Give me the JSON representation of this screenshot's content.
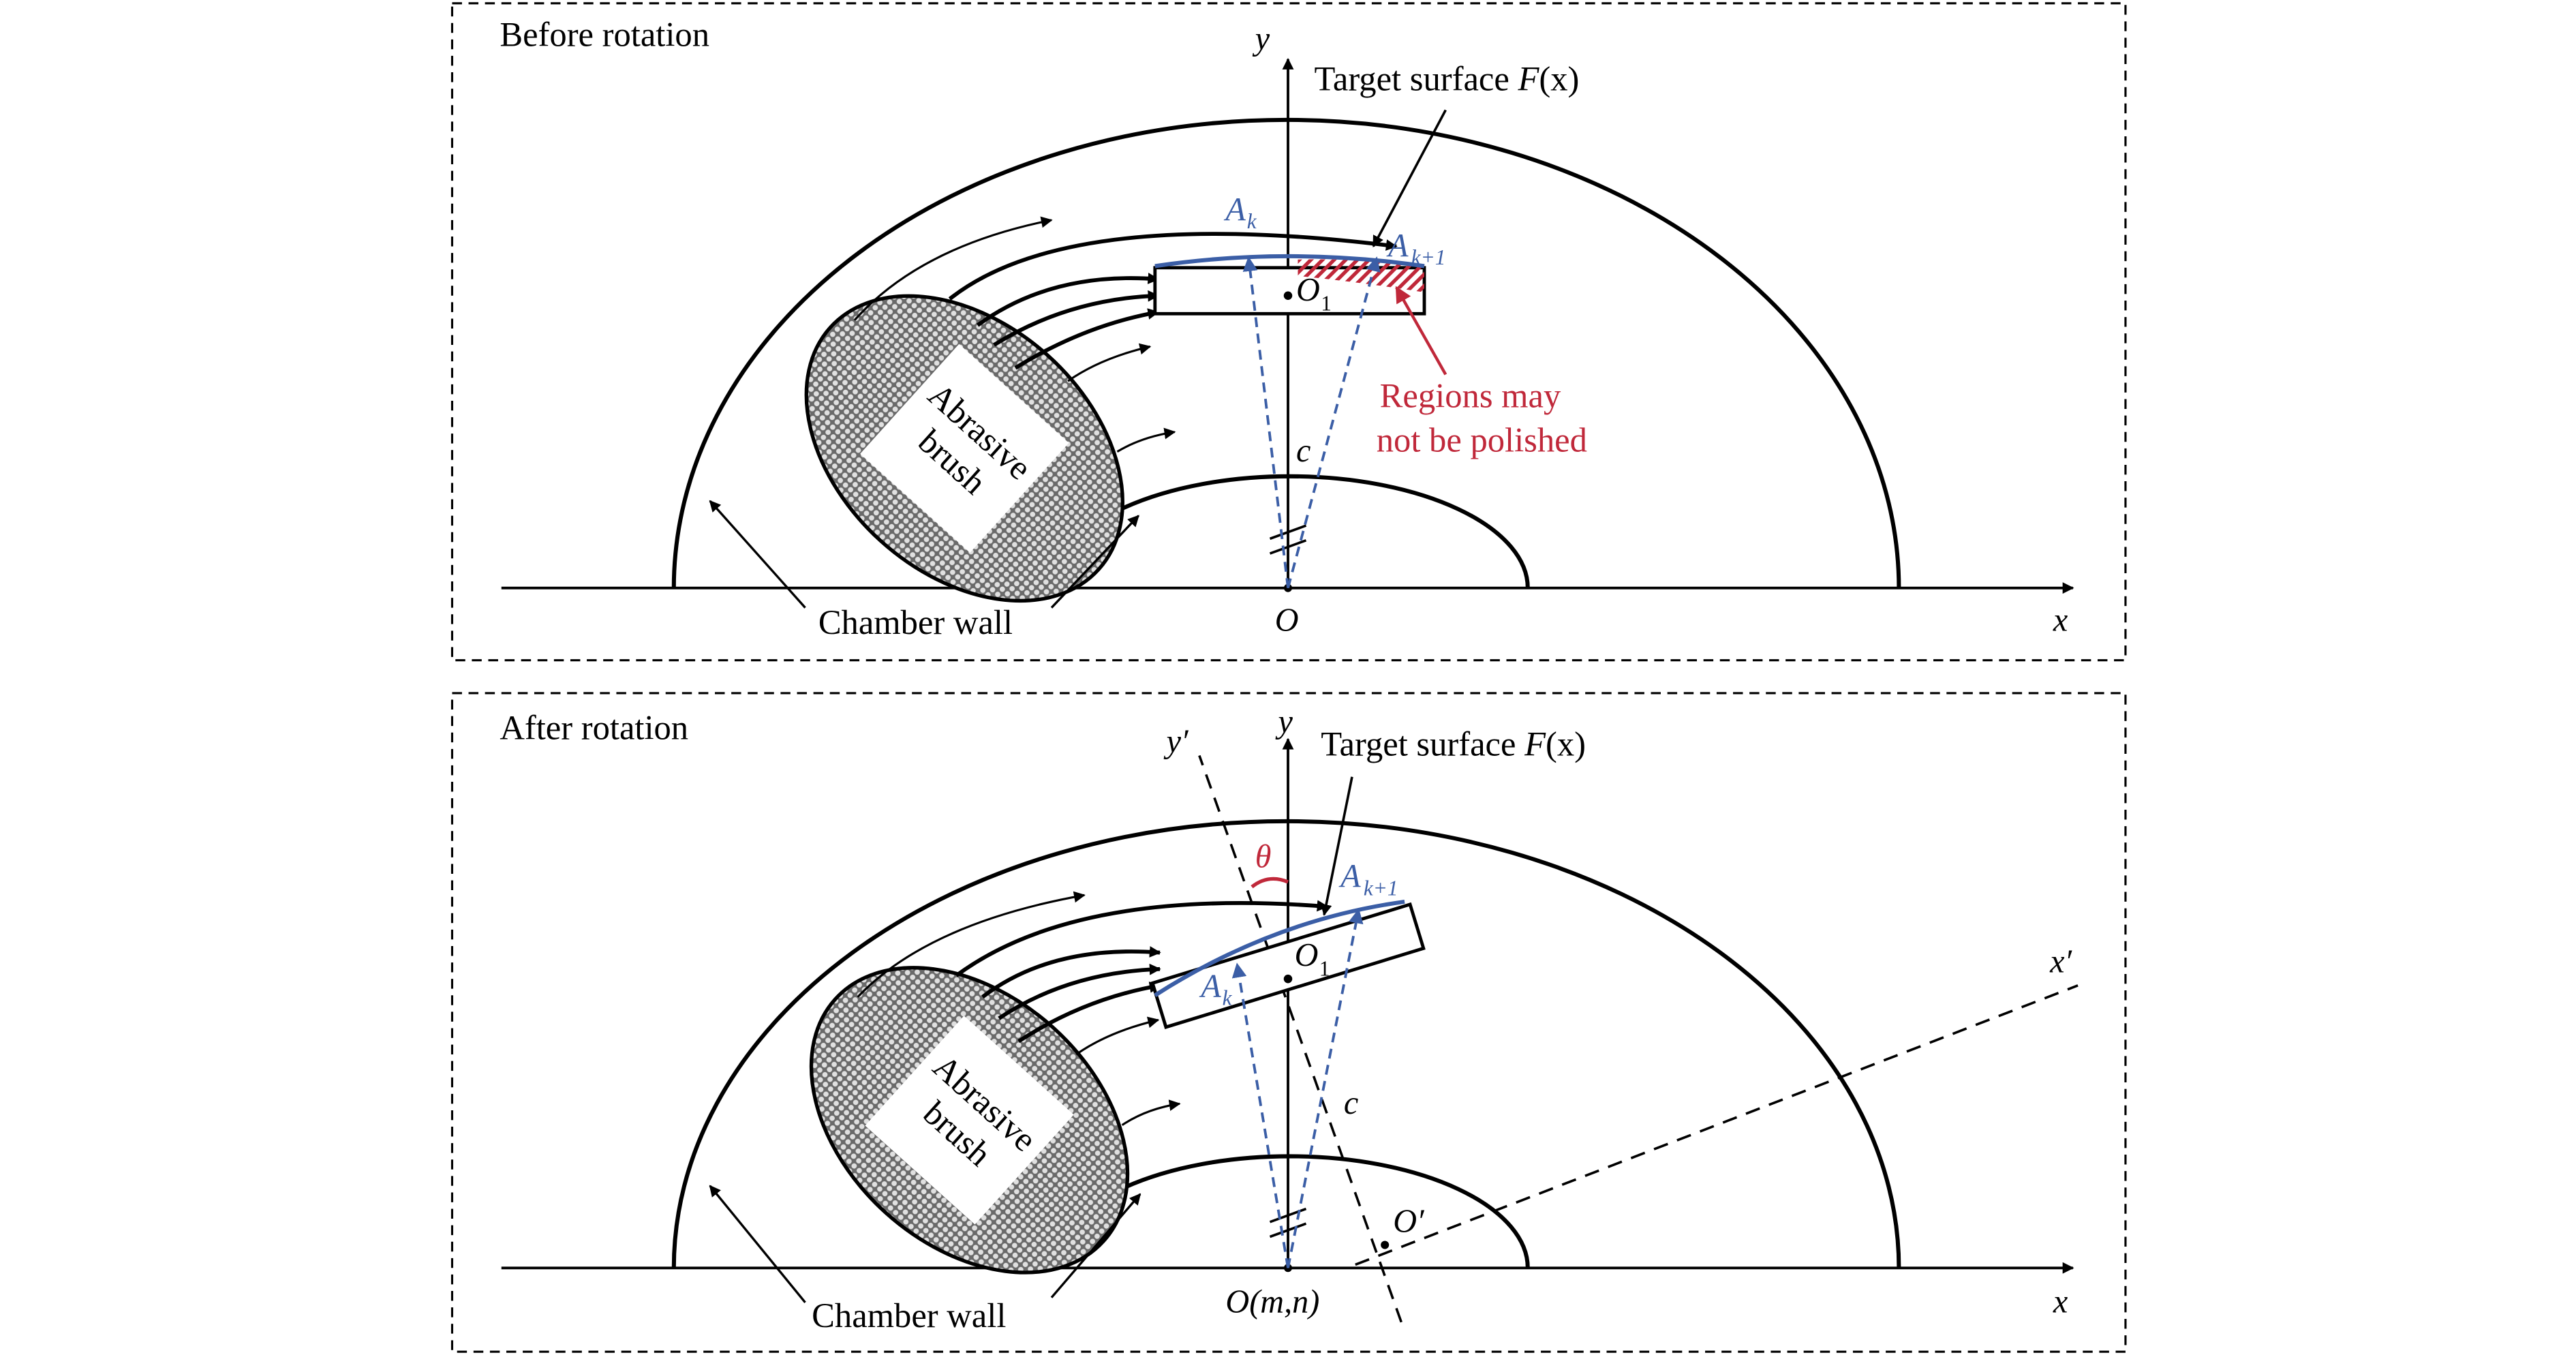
{
  "panels": {
    "before": {
      "title": "Before rotation",
      "target_surface_text": "Target surface ",
      "target_surface_func": "F",
      "target_surface_arg": "(x)",
      "regions_line1": "Regions may",
      "regions_line2": "not be polished",
      "chamber_wall": "Chamber wall",
      "brush_line1": "Abrasive",
      "brush_line2": "brush",
      "axis_x": "x",
      "axis_y": "y",
      "origin": "O",
      "o1": "O",
      "o1_sub": "1",
      "c": "c",
      "ak": "A",
      "ak_sub": "k",
      "ak1": "A",
      "ak1_sub": "k+1"
    },
    "after": {
      "title": "After rotation",
      "target_surface_text": "Target surface ",
      "target_surface_func": "F",
      "target_surface_arg": "(x)",
      "chamber_wall": "Chamber wall",
      "brush_line1": "Abrasive",
      "brush_line2": "brush",
      "axis_x": "x",
      "axis_y": "y",
      "axis_x_prime": "x′",
      "axis_y_prime": "y′",
      "theta": "θ",
      "origin": "O(m,n)",
      "o_prime": "O′",
      "o1": "O",
      "o1_sub": "1",
      "c": "c",
      "ak": "A",
      "ak_sub": "k",
      "ak1": "A",
      "ak1_sub": "k+1"
    }
  },
  "colors": {
    "line": "#000000",
    "blue": "#3b5ea6",
    "red": "#c0283a",
    "brush_fill": "#9a9a9a"
  }
}
